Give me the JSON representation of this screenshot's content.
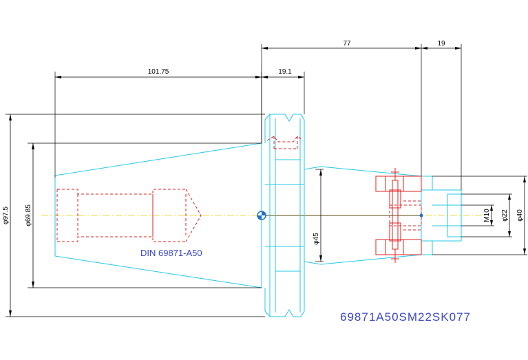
{
  "dimensions": {
    "d_101_75": "101.75",
    "d_19_1": "19.1",
    "d_77": "77",
    "d_19": "19",
    "dia_97_5": "φ97.5",
    "dia_69_85": "φ69.85",
    "dia_45": "φ45",
    "m10": "M10",
    "dia_22": "φ22",
    "dia_40": "φ40"
  },
  "labels": {
    "standard": "DIN 69871-A50",
    "part_number": "69871A50SM22SK077"
  },
  "colors": {
    "outline": "#22c8e6",
    "hidden": "#e02020",
    "centerline": "#e8d000",
    "text_blue": "#3a48c8"
  }
}
